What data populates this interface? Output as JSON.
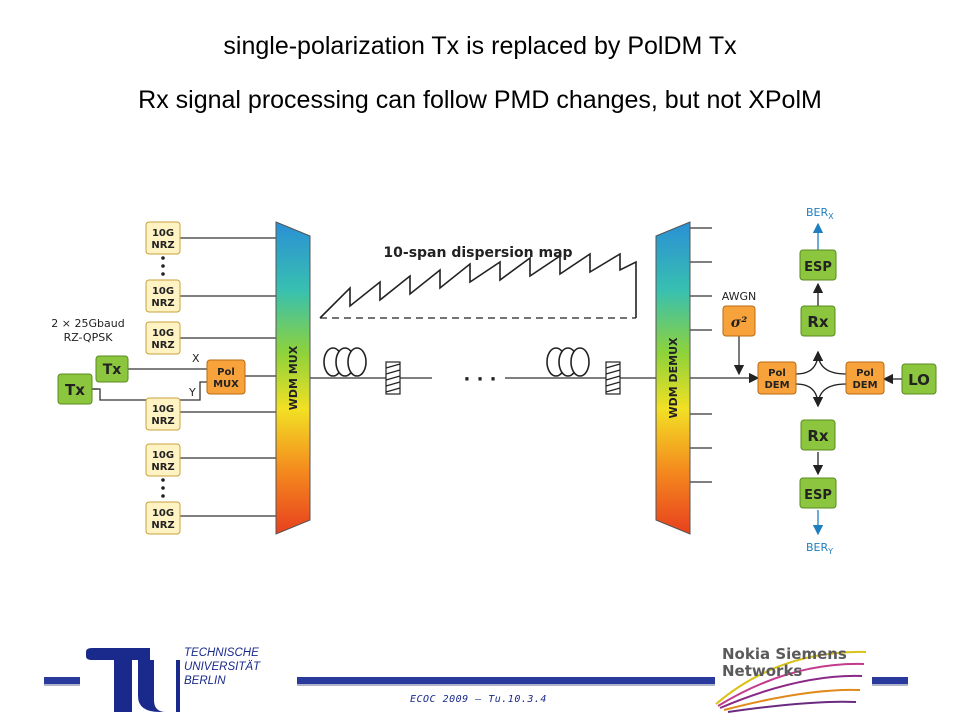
{
  "slide": {
    "title_line1": "single-polarization  Tx is replaced by PolDM Tx",
    "title_line2": "Rx signal processing can follow PMD changes, but not XPolM"
  },
  "diagram": {
    "nrz_label_top": "10G",
    "nrz_label_bottom": "NRZ",
    "tx_label": "Tx",
    "source_note_line1": "2 × 25Gbaud",
    "source_note_line2": "RZ-QPSK",
    "pol_x": "X",
    "pol_y": "Y",
    "polmux_line1": "Pol",
    "polmux_line2": "MUX",
    "wdm_mux": "WDM MUX",
    "wdm_demux": "WDM DEMUX",
    "dispersion_map_label": "10-span dispersion map",
    "ellipsis": "· · ·",
    "awgn": "AWGN",
    "sigma": "σ²",
    "poldem_line1": "Pol",
    "poldem_line2": "DEM",
    "rx_label": "Rx",
    "esp_label": "ESP",
    "lo_label": "LO",
    "ber_x": "BER",
    "ber_x_sub": "X",
    "ber_y": "BER",
    "ber_y_sub": "Y"
  },
  "colors": {
    "green_box": "#8cc63f",
    "orange_box": "#f7a23b",
    "nrz_box": "#fff3c4",
    "ber_blue": "#1e7fc0",
    "accent_blue": "#1a2a8c"
  },
  "footer": {
    "tu_line1": "TECHNISCHE",
    "tu_line2": "UNIVERSITÄT",
    "tu_line3": "BERLIN",
    "tu_logo_text": "berlin",
    "conference": "ECOC 2009 – Tu.10.3.4",
    "nsn_line1": "Nokia Siemens",
    "nsn_line2": "Networks"
  }
}
